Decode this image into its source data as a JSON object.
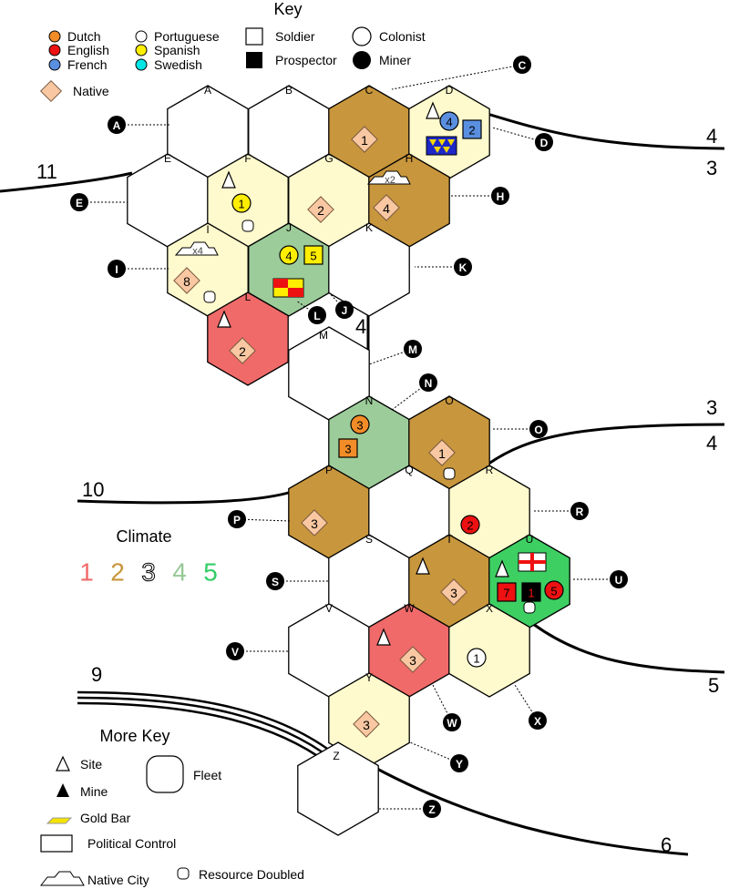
{
  "key": {
    "title": "Key",
    "nations": [
      {
        "name": "Dutch",
        "color": "#f28c28"
      },
      {
        "name": "English",
        "color": "#ee1111"
      },
      {
        "name": "French",
        "color": "#5a8fe0"
      },
      {
        "name": "Portuguese",
        "color": "#ffffff"
      },
      {
        "name": "Spanish",
        "color": "#ffee00"
      },
      {
        "name": "Swedish",
        "color": "#00e5e5"
      }
    ],
    "native": "Native",
    "soldier": "Soldier",
    "prospector": "Prospector",
    "colonist": "Colonist",
    "miner": "Miner"
  },
  "more_key": {
    "title": "More Key",
    "site": "Site",
    "mine": "Mine",
    "fleet": "Fleet",
    "gold_bar": "Gold Bar",
    "political_control": "Political Control",
    "native_city": "Native City",
    "resource_doubled": "Resource Doubled"
  },
  "climate": {
    "title": "Climate",
    "levels": [
      {
        "value": "1",
        "color": "#f06a6a"
      },
      {
        "value": "2",
        "color": "#c8963c"
      },
      {
        "value": "3",
        "color": "#ffffff"
      },
      {
        "value": "4",
        "color": "#96c896"
      },
      {
        "value": "5",
        "color": "#33cc66"
      }
    ]
  },
  "terrain_colors": {
    "white": "#ffffff",
    "yellow": "#fffacd",
    "brown": "#c8963c",
    "green": "#9ccc9a",
    "red": "#f06a6a",
    "bright_green": "#3ecf63"
  },
  "hexes": [
    {
      "id": "A",
      "terrain": "white"
    },
    {
      "id": "B",
      "terrain": "white"
    },
    {
      "id": "C",
      "terrain": "brown",
      "native": "1"
    },
    {
      "id": "D",
      "terrain": "yellow",
      "french_colonist": "4",
      "french_soldier": "2"
    },
    {
      "id": "E",
      "terrain": "white"
    },
    {
      "id": "F",
      "terrain": "yellow",
      "spanish_colonist": "1"
    },
    {
      "id": "G",
      "terrain": "yellow",
      "native": "2"
    },
    {
      "id": "H",
      "terrain": "brown",
      "native": "4",
      "city_mult": "x2"
    },
    {
      "id": "I",
      "terrain": "yellow",
      "native": "8",
      "city_mult": "x4"
    },
    {
      "id": "J",
      "terrain": "green",
      "spanish_colonist": "4",
      "spanish_soldier": "5"
    },
    {
      "id": "K",
      "terrain": "white"
    },
    {
      "id": "L",
      "terrain": "red",
      "native": "2"
    },
    {
      "id": "M",
      "terrain": "white"
    },
    {
      "id": "N",
      "terrain": "green",
      "dutch_colonist": "3",
      "dutch_soldier": "3"
    },
    {
      "id": "O",
      "terrain": "brown",
      "native": "1"
    },
    {
      "id": "P",
      "terrain": "brown",
      "native": "3"
    },
    {
      "id": "Q",
      "terrain": "white"
    },
    {
      "id": "R",
      "terrain": "yellow",
      "english_miner": "2"
    },
    {
      "id": "S",
      "terrain": "white"
    },
    {
      "id": "T",
      "terrain": "brown",
      "native": "3"
    },
    {
      "id": "U",
      "terrain": "bright_green",
      "english_soldier": "7",
      "english_prospector": "1",
      "english_miner": "5"
    },
    {
      "id": "V",
      "terrain": "white"
    },
    {
      "id": "W",
      "terrain": "red",
      "native": "3"
    },
    {
      "id": "X",
      "terrain": "yellow",
      "portuguese_colonist": "1"
    },
    {
      "id": "Y",
      "terrain": "yellow",
      "native": "3"
    },
    {
      "id": "Z",
      "terrain": "white"
    }
  ],
  "zone_numbers": [
    "11",
    "4",
    "3",
    "4",
    "3",
    "4",
    "10",
    "5",
    "9",
    "6"
  ]
}
